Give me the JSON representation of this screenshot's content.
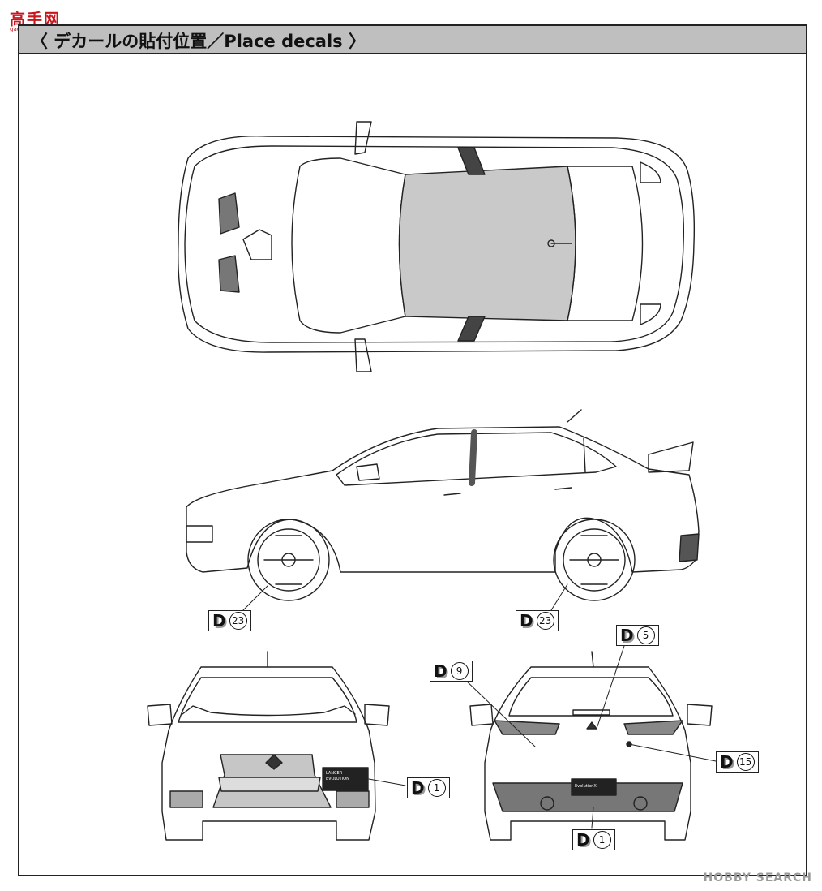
{
  "site_logo": {
    "text": "高手网",
    "url": "gao-shou.com"
  },
  "header": {
    "title": "〈 デカールの貼付位置／Place decals 〉"
  },
  "callouts": [
    {
      "sheet": "D",
      "number": "23"
    },
    {
      "sheet": "D",
      "number": "23"
    },
    {
      "sheet": "D",
      "number": "5"
    },
    {
      "sheet": "D",
      "number": "9"
    },
    {
      "sheet": "D",
      "number": "15"
    },
    {
      "sheet": "D",
      "number": "1"
    },
    {
      "sheet": "D",
      "number": "1"
    }
  ],
  "decal_texts": {
    "plate_front": "LANCER EVOLUTION",
    "plate_rear": "EvolutionX"
  },
  "watermark": "HOBBY SEARCH"
}
